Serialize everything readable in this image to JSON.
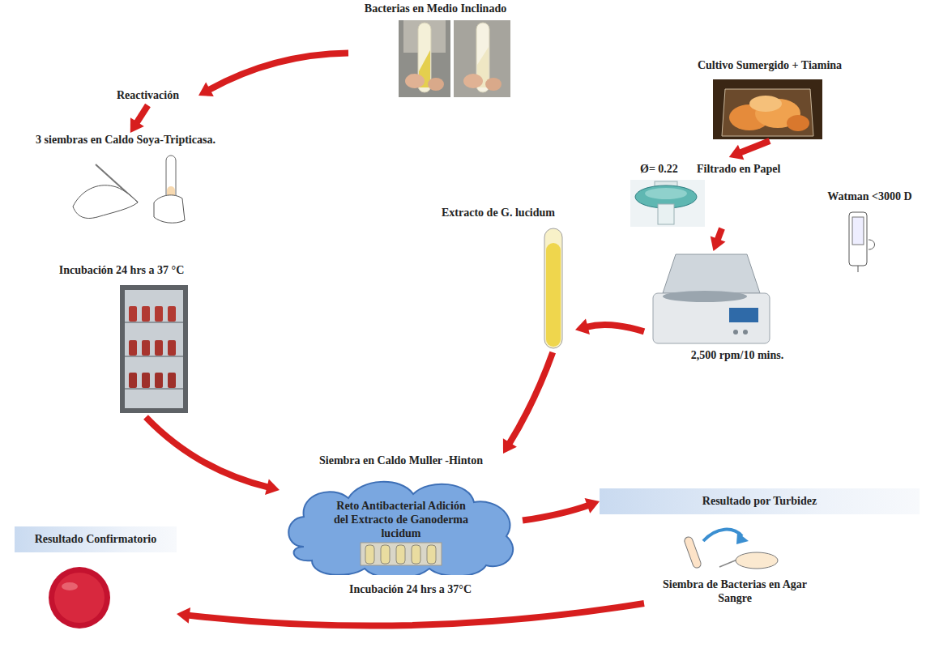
{
  "diagram": {
    "nodes": [
      {
        "text": [
          "Bacterias en Medio Inclinado"
        ]
      },
      {
        "text": [
          "Reactivación"
        ]
      },
      {
        "text": [
          "3 siembras en Caldo Soya-Tripticasa."
        ]
      },
      {
        "text": [
          "Incubación 24 hrs a 37 °C"
        ]
      },
      {
        "text": [
          "Cultivo Sumergido + Tiamina"
        ]
      },
      {
        "text": [
          "Filtrado en Papel",
          "Ø= 0.22"
        ]
      },
      {
        "text": [
          "Watman <3000 D"
        ]
      },
      {
        "text": [
          "2,500 rpm/10 mins."
        ]
      },
      {
        "text": [
          "Extracto de G. lucidum"
        ]
      },
      {
        "text": [
          "Siembra en Caldo Muller -Hinton",
          "Reto Antibacterial Adición del Extracto de Ganoderma lucidum"
        ]
      },
      {
        "text": [
          "Resultado por Turbidez"
        ]
      },
      {
        "text": [
          "Siembra de Bacterias en Agar Sangre"
        ]
      },
      {
        "text": [
          "Resultado Confirmatorio"
        ]
      }
    ],
    "edges": [
      {
        "from": 0,
        "to": 1,
        "arrow": "to"
      },
      {
        "from": 1,
        "to": 2,
        "arrow": "to"
      },
      {
        "from": 3,
        "to": 9,
        "arrow": "to"
      },
      {
        "from": 4,
        "to": 5,
        "arrow": "to"
      },
      {
        "from": 5,
        "to": 7,
        "arrow": "to"
      },
      {
        "from": 7,
        "to": 8,
        "arrow": "to"
      },
      {
        "from": 8,
        "to": 9,
        "arrow": "to"
      },
      {
        "from": 9,
        "to": 10,
        "arrow": "to"
      },
      {
        "from": 11,
        "to": 12,
        "label": "Incubación 24 hrs a 37°C",
        "arrow": "to"
      }
    ]
  }
}
